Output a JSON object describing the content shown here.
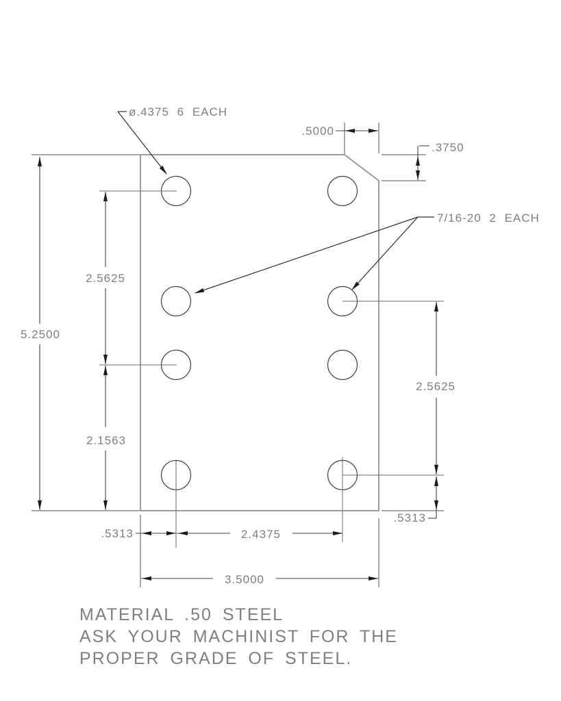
{
  "drawing": {
    "callouts": {
      "drill": "ø.4375 6 EACH",
      "tap": "7/16-20 2 EACH"
    },
    "dims": {
      "plate_height": "5.2500",
      "plate_width": "3.5000",
      "left_upper": "2.5625",
      "left_lower": "2.1563",
      "chamfer_width": ".5000",
      "chamfer_height": ".3750",
      "right_span": "2.5625",
      "right_offset": ".5313",
      "bottom_offset": ".5313",
      "bottom_span": "2.4375"
    },
    "notes": {
      "line1": "MATERIAL .50 STEEL",
      "line2": "ASK YOUR MACHINIST FOR THE",
      "line3": "PROPER GRADE OF STEEL."
    },
    "colors": {
      "plate_outline": "#9c9c9c",
      "extension_line": "#a8a8a8",
      "dimension_line": "#3f3f3f",
      "text": "#7f7f7f",
      "arrowhead": "#1c1c1c"
    }
  }
}
